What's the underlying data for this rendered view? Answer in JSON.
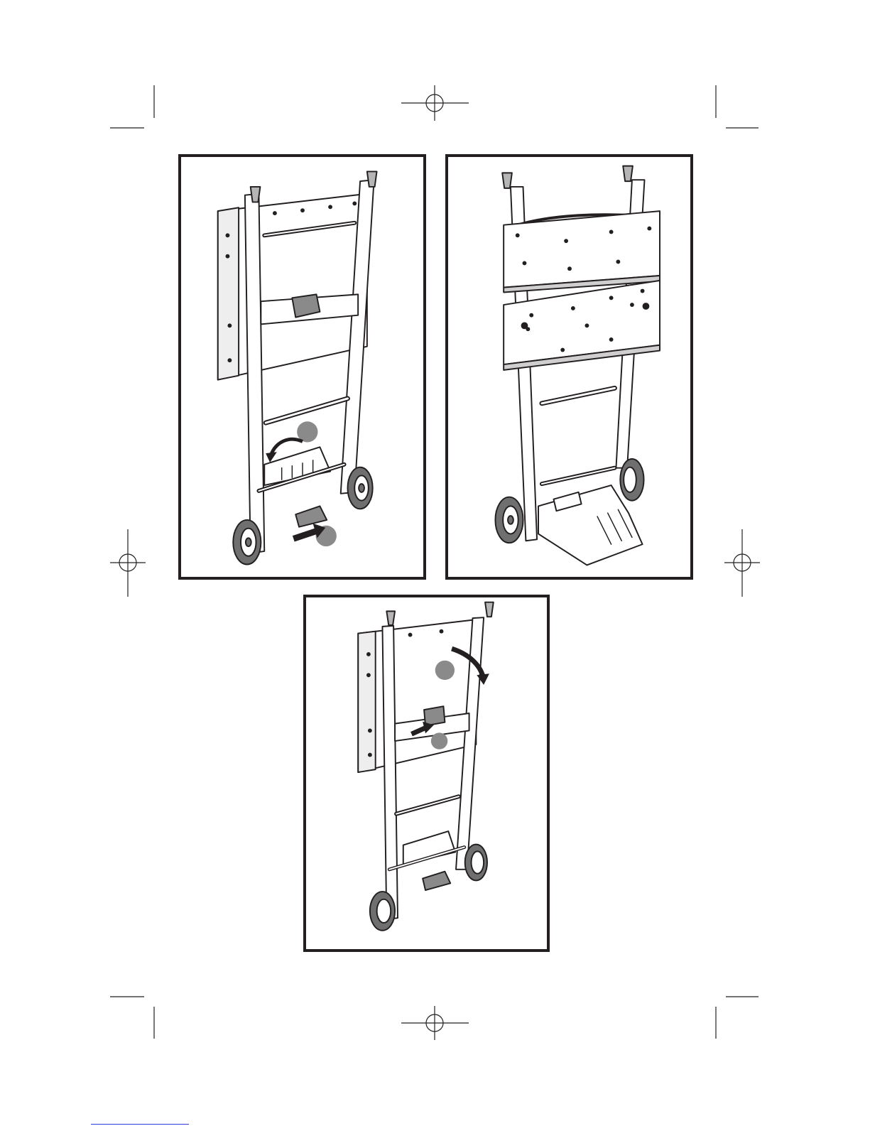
{
  "page": {
    "background": "#ffffff",
    "ink": "#231f20",
    "shade": "#7d7d7d",
    "callout_color": "#8a8a8a",
    "link_underline": "#2b3bd8"
  },
  "print_marks": {
    "crop_marks": 8,
    "registration_marks": 4
  },
  "figures": [
    {
      "name": "figure-top-left",
      "depicts": "hand-truck-folding-step",
      "callout_circles": 2,
      "arrows": [
        "curved-arrow",
        "straight-arrow"
      ]
    },
    {
      "name": "figure-top-right",
      "depicts": "hand-truck-with-worktop-open",
      "callout_circles": 0,
      "arrows": []
    },
    {
      "name": "figure-bottom-center",
      "depicts": "hand-truck-latch-step",
      "callout_circles": 2,
      "arrows": [
        "curved-arrow",
        "straight-arrow"
      ]
    }
  ],
  "footer": {
    "link_text": ""
  }
}
